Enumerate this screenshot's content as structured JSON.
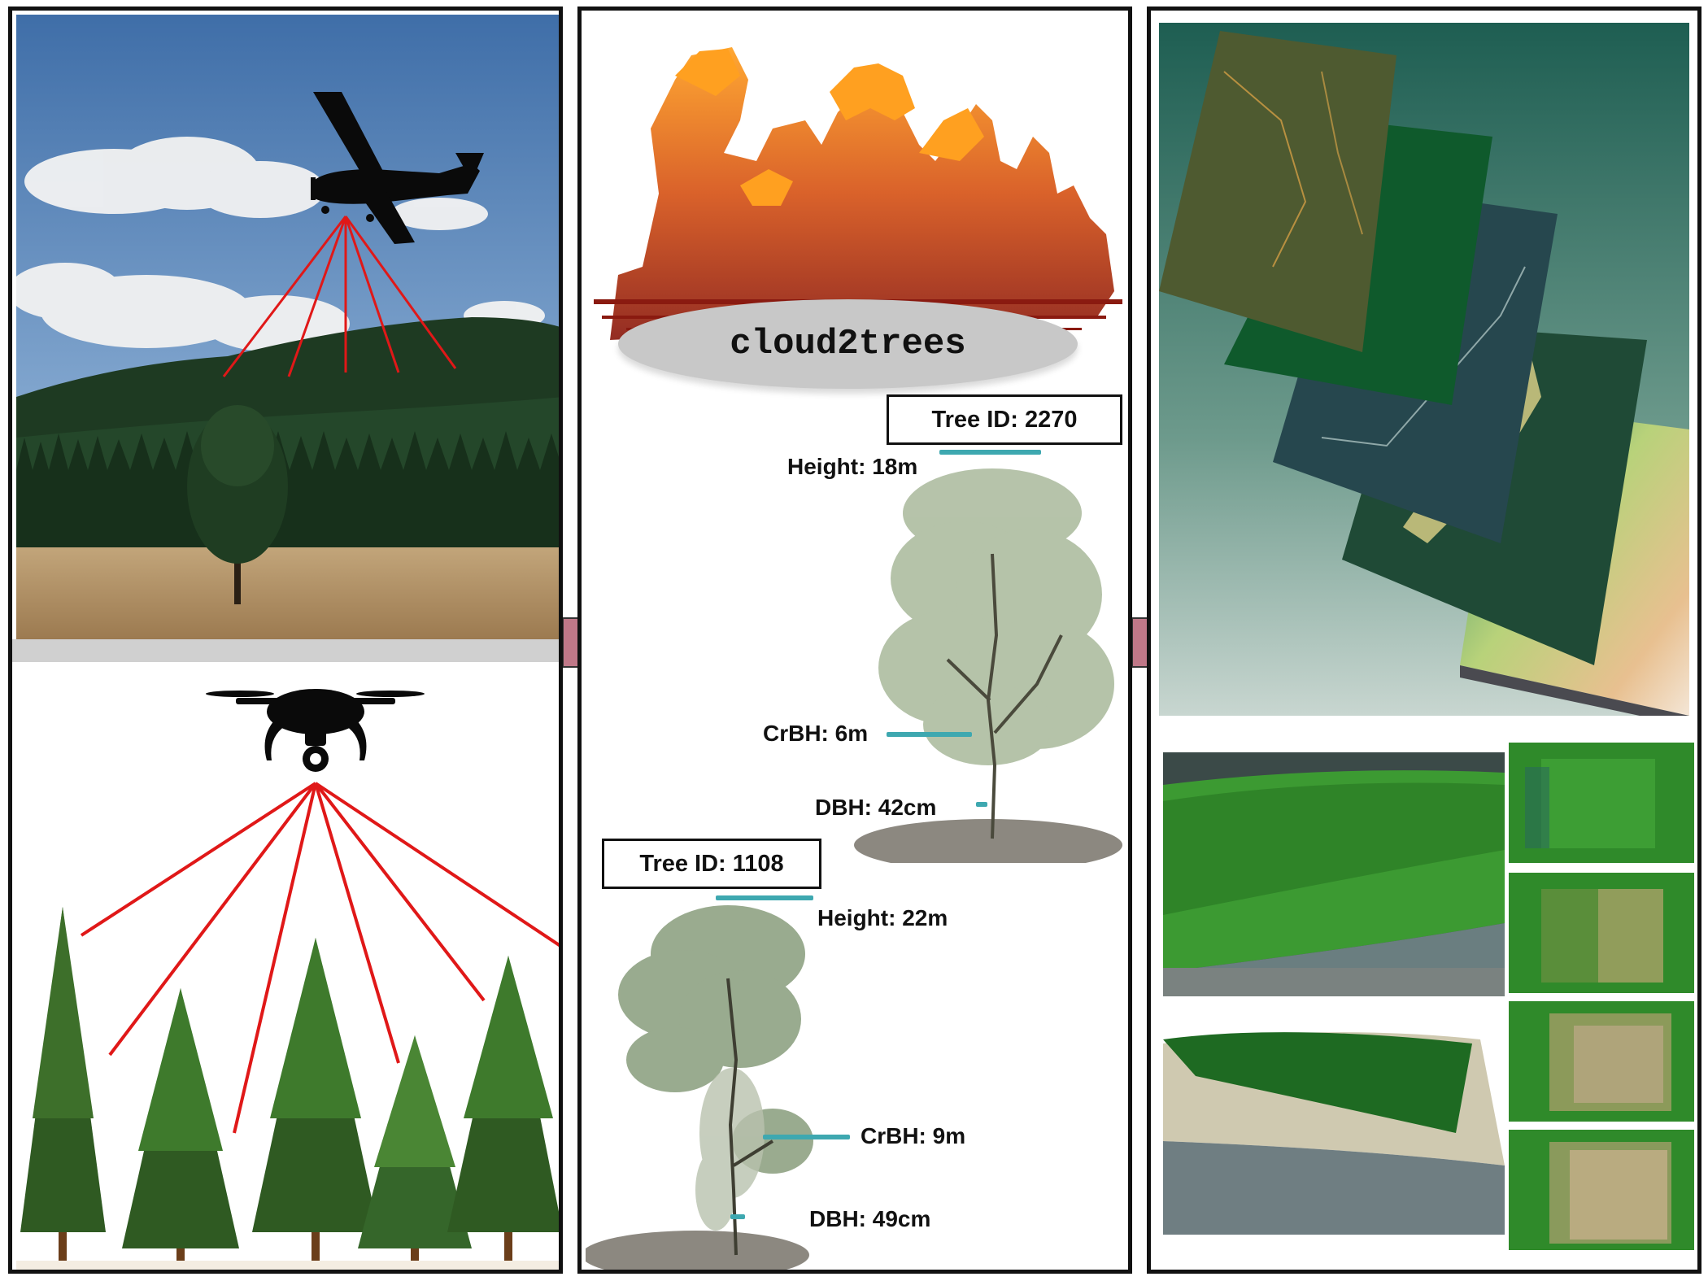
{
  "colors": {
    "arrow": "#c07888",
    "scan_line": "#e01818",
    "measure_bar": "#3ea8b0",
    "pointcloud_low": "#8a1a10",
    "pointcloud_high": "#ffa020",
    "panel_border": "#111111"
  },
  "left_panel": {
    "top_scene": {
      "icon": "airplane-icon",
      "description_hidden": true
    },
    "bottom_scene": {
      "icon": "drone-icon"
    }
  },
  "middle_panel": {
    "tool_label": "cloud2trees",
    "tree_a": {
      "id_label": "Tree ID: 2270",
      "height_label": "Height: 18m",
      "crbh_label": "CrBH: 6m",
      "dbh_label": "DBH: 42cm"
    },
    "tree_b": {
      "id_label": "Tree ID: 1108",
      "height_label": "Height: 22m",
      "crbh_label": "CrBH: 9m",
      "dbh_label": "DBH: 49cm"
    }
  },
  "right_panel": {
    "layers": [
      "imagery-layer",
      "canopy-layer",
      "hillshade-layer",
      "fuel-layer",
      "elevation-layer"
    ]
  }
}
